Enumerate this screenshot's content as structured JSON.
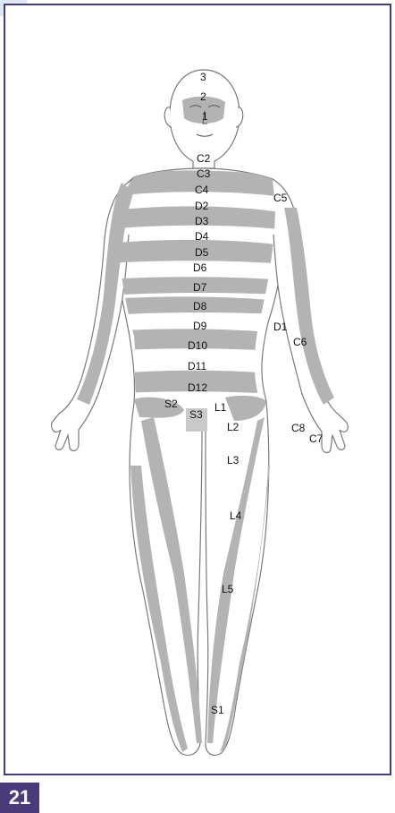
{
  "figure_number": "21",
  "colors": {
    "frame": "#4a3a7a",
    "badge": "#4a3a7a",
    "corner": "#dfe9f5",
    "band": "#b3b3b3",
    "outline": "#7a7a7a",
    "background": "#ffffff"
  },
  "dermatome_labels": {
    "l_3_top": "3",
    "l_2_top": "2",
    "l_1_top": "1",
    "c2": "C2",
    "c3": "C3",
    "c4": "C4",
    "c5": "C5",
    "d2": "D2",
    "d3": "D3",
    "d4": "D4",
    "d5": "D5",
    "d6": "D6",
    "d7": "D7",
    "d8": "D8",
    "d9": "D9",
    "d10": "D10",
    "d11": "D11",
    "d12": "D12",
    "d1": "D1",
    "c6": "C6",
    "c8": "C8",
    "c7": "C7",
    "s2": "S2",
    "s3": "S3",
    "l1": "L1",
    "l2": "L2",
    "l3": "L3",
    "l4": "L4",
    "l5": "L5",
    "s1": "S1"
  }
}
